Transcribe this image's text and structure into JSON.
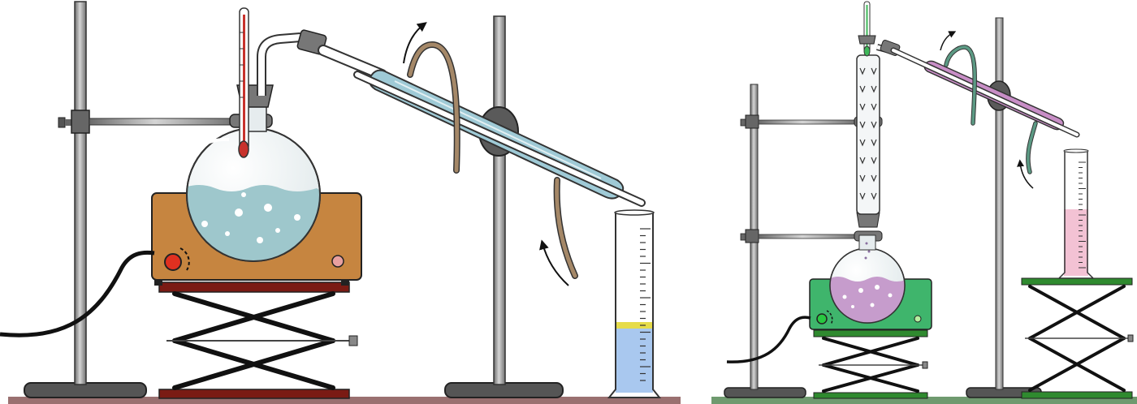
{
  "diagram": {
    "panels": [
      {
        "id": "simple-distillation",
        "components": [
          "support-stand",
          "heating-mantle",
          "scissor-lab-jack",
          "round-bottom-flask",
          "thermometer",
          "still-head",
          "liebig-condenser",
          "graduated-cylinder",
          "water-tubing"
        ]
      },
      {
        "id": "fractional-distillation",
        "components": [
          "support-stand",
          "heating-mantle",
          "scissor-lab-jack",
          "round-bottom-flask",
          "fractionating-column",
          "thermometer",
          "liebig-condenser",
          "graduated-cylinder",
          "water-tubing"
        ]
      }
    ],
    "colors": {
      "left_liquid": "#9ec7cc",
      "left_mantle": "#c68540",
      "left_jack_plate": "#7a1b14",
      "left_condenser": "#9fcad6",
      "left_distillate": "#a9c8ef",
      "left_layer": "#e6dc4a",
      "right_liquid": "#c69ccc",
      "right_mantle": "#3fb56c",
      "right_jack_plate": "#2f8a2f",
      "right_condenser": "#c88ec6",
      "right_distillate": "#f3c2d4",
      "tubing_left": "#a58868",
      "tubing_right": "#5c9a84",
      "thermometer_left": "#c8322c",
      "thermometer_right": "#3fb85a",
      "knob_left": "#e03020",
      "knob_right": "#28c840",
      "bench_left": "#9a7070",
      "bench_right": "#6f9a6f"
    }
  }
}
